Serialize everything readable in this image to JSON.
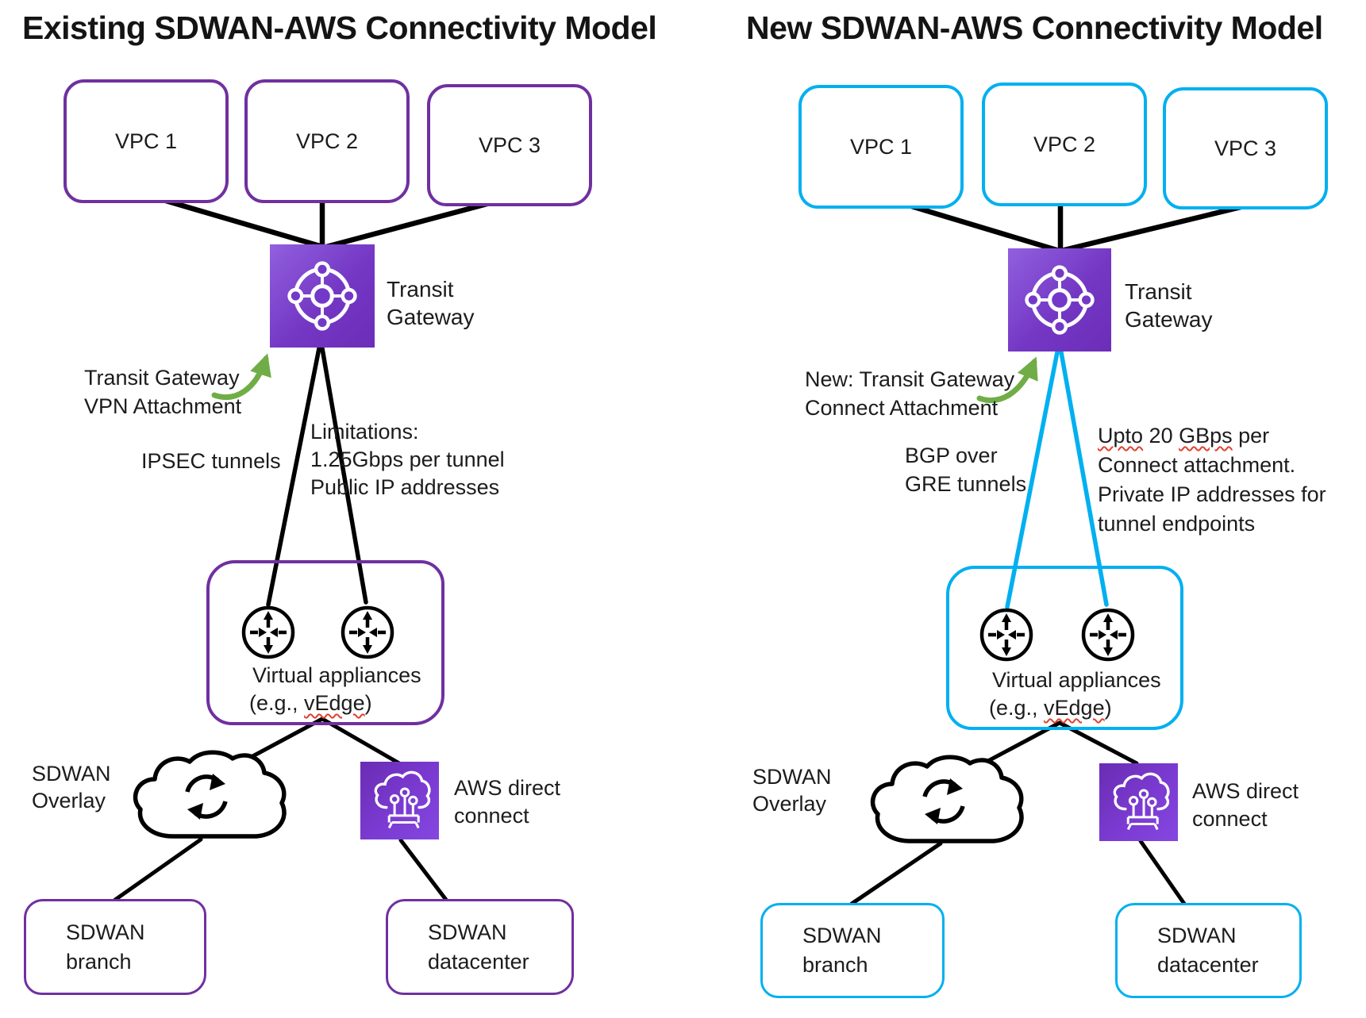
{
  "colors": {
    "purple_accent": "#7030A0",
    "cyan_accent": "#00B0F0",
    "green_arrow": "#70AD47",
    "aws_icon_purple_dark": "#6C2EB8",
    "aws_icon_purple_light": "#9160DF",
    "spellcheck_red": "#E0412F",
    "connector_black": "#000000"
  },
  "panels": {
    "left": {
      "title": "Existing SDWAN-AWS Connectivity Model",
      "vpcs": [
        "VPC 1",
        "VPC 2",
        "VPC 3"
      ],
      "transit_gateway_label": "Transit\nGateway",
      "attachment_note": "Transit Gateway\nVPN Attachment",
      "tunnel_label": "IPSEC tunnels",
      "limitations_note": "Limitations:\n1.25Gbps per tunnel\nPublic IP addresses",
      "appliances_label": "Virtual appliances",
      "appliances_sub_prefix": "(e.g., ",
      "appliances_sub_word": "vEdge",
      "appliances_sub_suffix": ")",
      "overlay_label": "SDWAN\nOverlay",
      "direct_connect_label": "AWS direct\nconnect",
      "branch_label": "SDWAN\nbranch",
      "datacenter_label": "SDWAN\ndatacenter"
    },
    "right": {
      "title": "New SDWAN-AWS Connectivity Model",
      "vpcs": [
        "VPC 1",
        "VPC 2",
        "VPC 3"
      ],
      "transit_gateway_label": "Transit\nGateway",
      "attachment_note": "New: Transit Gateway\nConnect Attachment",
      "tunnel_label": "BGP over\nGRE tunnels",
      "capacity_note_line1": {
        "word1": "Upto",
        "mid": " 20 ",
        "word2": "GBps",
        "end": " per"
      },
      "capacity_note_rest": "Connect attachment.\nPrivate IP addresses for\ntunnel endpoints",
      "appliances_label": "Virtual appliances",
      "appliances_sub_prefix": "(e.g., ",
      "appliances_sub_word": "vEdge",
      "appliances_sub_suffix": ")",
      "overlay_label": "SDWAN\nOverlay",
      "direct_connect_label": "AWS direct\nconnect",
      "branch_label": "SDWAN\nbranch",
      "datacenter_label": "SDWAN\ndatacenter"
    }
  }
}
